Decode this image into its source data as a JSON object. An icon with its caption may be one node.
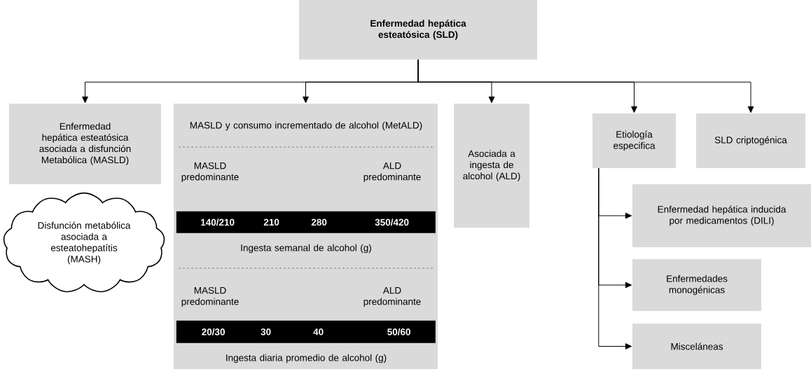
{
  "diagram": {
    "nodes": [
      {
        "text": [
          "Enfermedad hepática esteatósica (SLD)"
        ]
      },
      {
        "text": [
          "Enfermedad hepática esteatósica asociada a disfunción Metabólica (MASLD)"
        ]
      },
      {
        "text": [
          "MASLD y consumo incrementado de alcohol (MetALD)",
          "MASLD predominante",
          "ALD predominante",
          "Ingesta semanal de alcohol (g)",
          "MASLD predominante",
          "ALD predominante",
          "Ingesta diaria promedio de alcohol (g)"
        ]
      },
      {
        "text": [
          "140/210",
          "210",
          "280",
          "350/420"
        ],
        "in": 2
      },
      {
        "text": [
          "20/30",
          "30",
          "40",
          "50/60"
        ],
        "in": 2
      },
      {
        "text": [
          "Asociada a ingesta de alcohol (ALD)"
        ]
      },
      {
        "text": [
          "Etiología especifica"
        ]
      },
      {
        "text": [
          "SLD criptogénica"
        ]
      },
      {
        "text": [
          "Enfermedad hepática inducida por medicamentos (DILI)"
        ]
      },
      {
        "text": [
          "Enfermedades monogénicas"
        ]
      },
      {
        "text": [
          "Misceláneas"
        ]
      },
      {
        "text": [
          "Disfunción metabólica asociada a esteatohepatítis (MASH)"
        ]
      }
    ],
    "edges": [
      {
        "from": 0,
        "to": 1,
        "arrow": "to"
      },
      {
        "from": 0,
        "to": 2,
        "arrow": "to"
      },
      {
        "from": 0,
        "to": 5,
        "arrow": "to"
      },
      {
        "from": 0,
        "to": 6,
        "arrow": "to"
      },
      {
        "from": 0,
        "to": 7,
        "arrow": "to"
      },
      {
        "from": 6,
        "to": 8,
        "arrow": "to"
      },
      {
        "from": 6,
        "to": 9,
        "arrow": "to"
      },
      {
        "from": 6,
        "to": 10,
        "arrow": "to"
      }
    ]
  }
}
